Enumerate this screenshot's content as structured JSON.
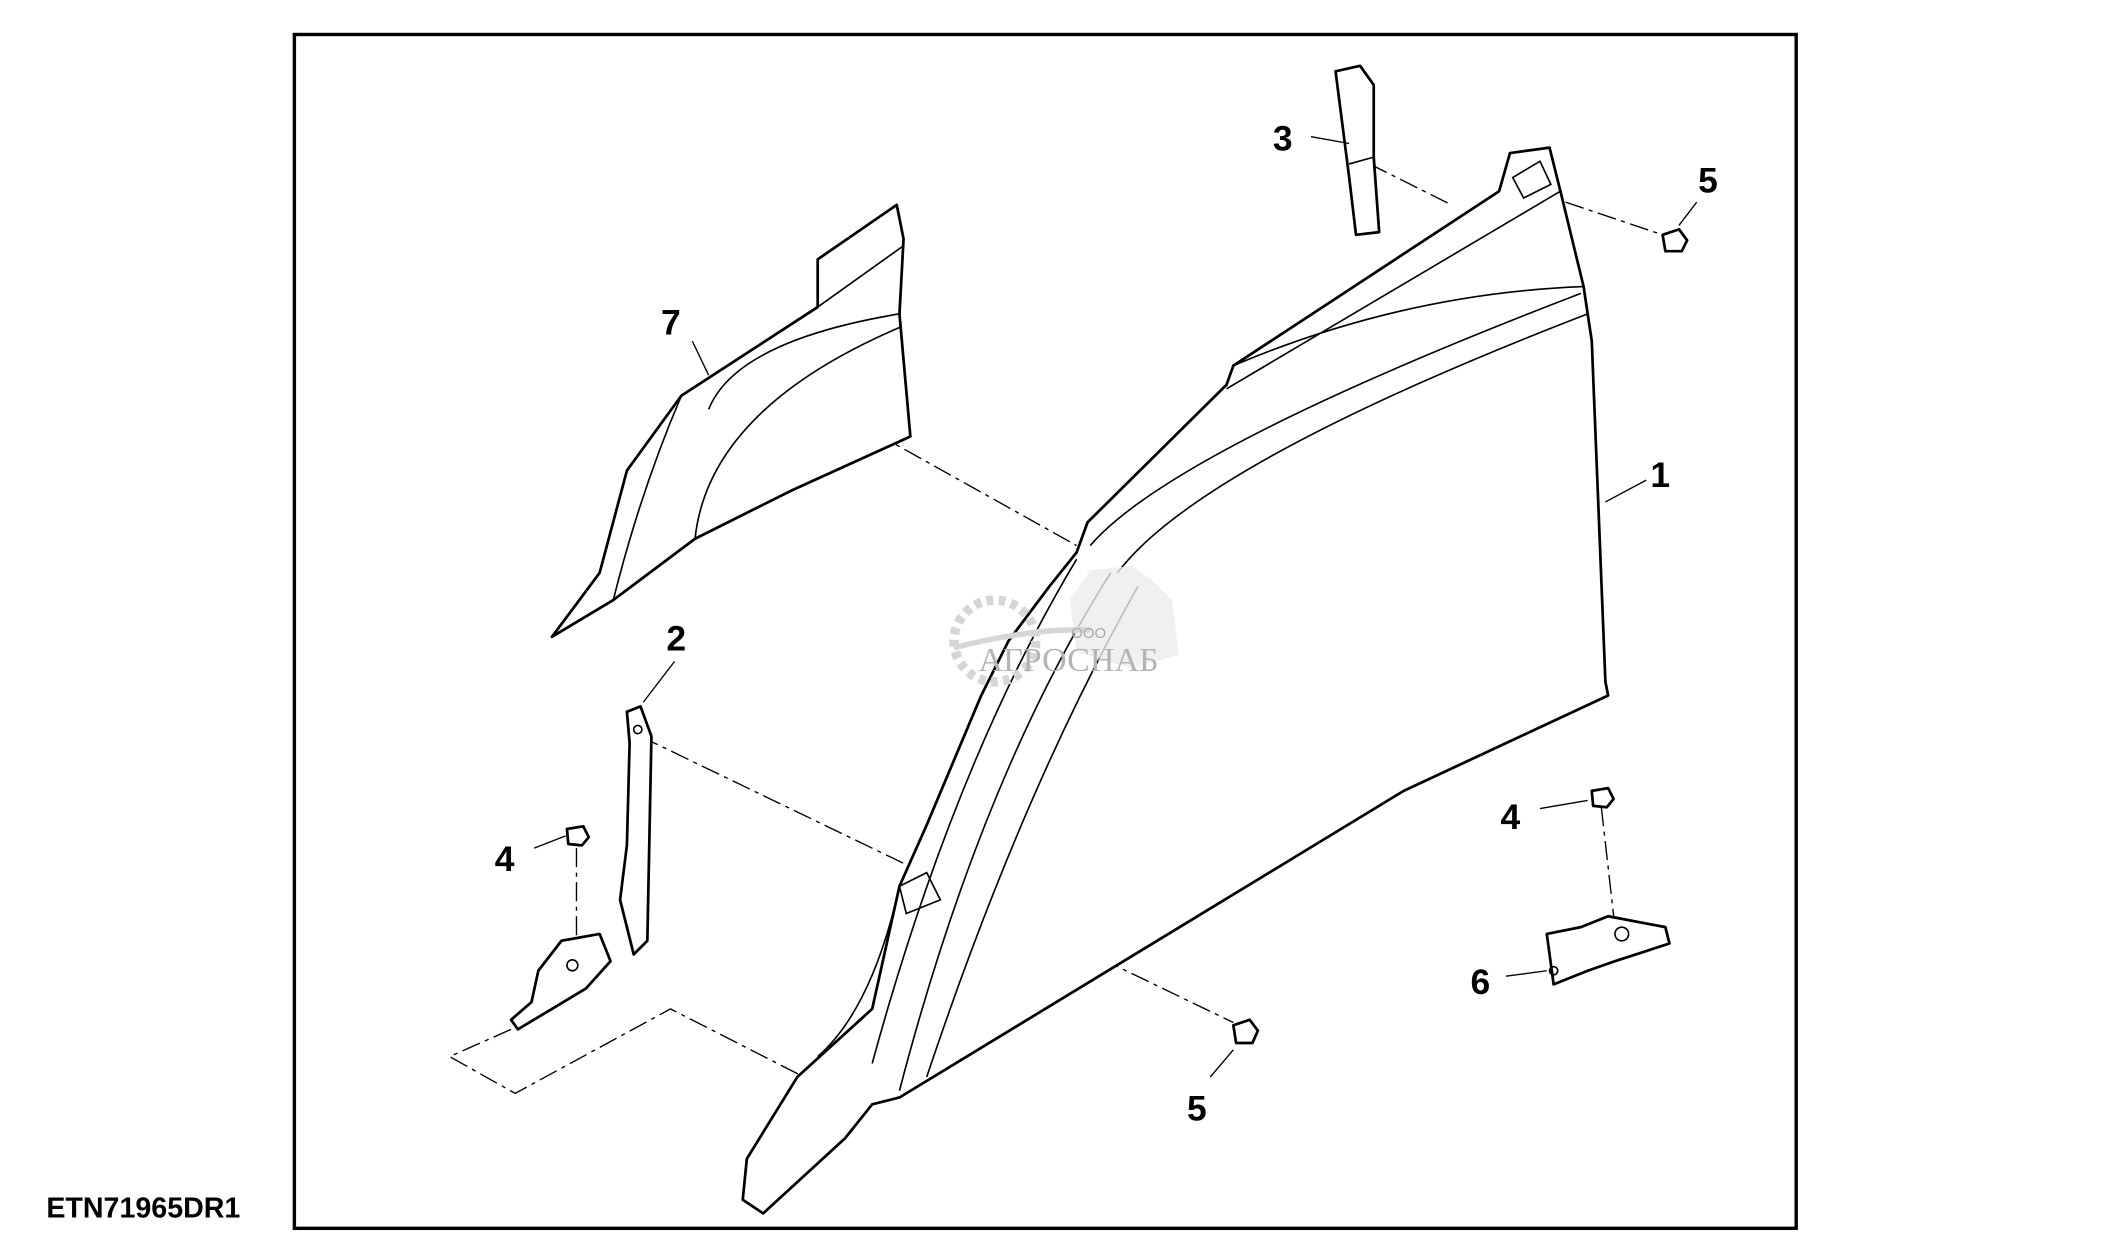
{
  "figure_id": "ETN71965DR1",
  "callouts": {
    "c1": "1",
    "c2": "2",
    "c3": "3",
    "c4a": "4",
    "c4b": "4",
    "c5a": "5",
    "c5b": "5",
    "c6": "6",
    "c7": "7"
  },
  "watermark": {
    "prefix": "ООО",
    "name": "АГРОСНАБ"
  }
}
